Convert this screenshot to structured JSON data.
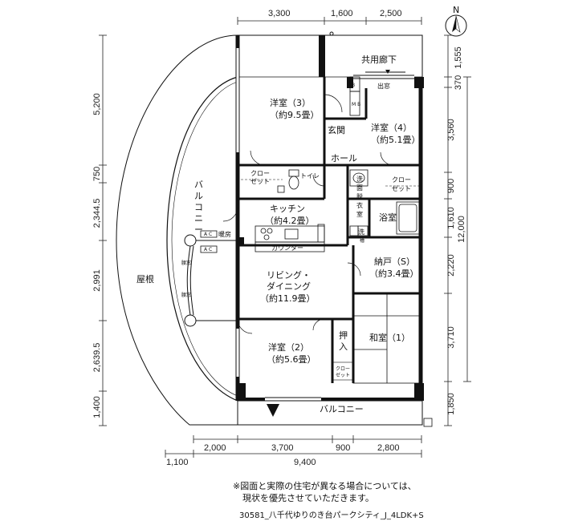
{
  "compass": {
    "label": "N"
  },
  "dimensions": {
    "top": [
      "3,300",
      "1,600",
      "2,500"
    ],
    "bottom_row1": [
      "2,000",
      "3,700",
      "900",
      "2,800"
    ],
    "bottom_row2": [
      "1,100",
      "9,400"
    ],
    "left": [
      "5,200",
      "750",
      "2,344.5",
      "2,991",
      "2,639.5",
      "1,400"
    ],
    "right": [
      "1,555",
      "370",
      "3,560",
      "900",
      "1,610",
      "2,220",
      "3,710",
      "1,850"
    ],
    "right_total": "12,000"
  },
  "rooms": {
    "western3": {
      "name": "洋室（3）",
      "area": "（約9.5畳）"
    },
    "western4": {
      "name": "洋室（4）",
      "area": "（約5.1畳）"
    },
    "western2": {
      "name": "洋室（2）",
      "area": "（約5.6畳）"
    },
    "kitchen": {
      "name": "キッチン",
      "area": "（約4.2畳）"
    },
    "living": {
      "name1": "リビング・",
      "name2": "ダイニング",
      "area": "（約11.9畳）"
    },
    "storage": {
      "name": "納戸（S）",
      "area": "（約3.4畳）"
    },
    "japanese": {
      "name": "和室（1）"
    }
  },
  "labels": {
    "corridor": "共用廊下",
    "demado": "出窓",
    "genkan": "玄関",
    "hall": "ホール",
    "toilet": "トイレ",
    "closet_a1": "クロー",
    "closet_a2": "ゼット",
    "closet_b1": "クロー",
    "closet_b2": "ゼット",
    "closet_c1": "クロー",
    "closet_c2": "ゼット",
    "washroom": [
      "洗",
      "面",
      "脱",
      "衣",
      "室"
    ],
    "bath": "浴室",
    "wash": "洗",
    "sink_mark": "槽",
    "oshiire": [
      "押",
      "入"
    ],
    "balcony_side": [
      "バ",
      "ル",
      "コ",
      "ニ",
      "ー"
    ],
    "balcony_bottom": "バルコニー",
    "roof": "屋根",
    "counter": "カウンター",
    "ac": "A C",
    "dan": "暖",
    "danro": "暖房",
    "kosmado_top": "腰窓",
    "kosmado_bottom": "腰窓",
    "mb": "M B",
    "b": "B"
  },
  "note_line1": "※図面と実際の住宅が異なる場合については、",
  "note_line2": "現状を優先させていただきます。",
  "caption": "30581_八千代ゆりのき台パークシティ_J_4LDK+S"
}
